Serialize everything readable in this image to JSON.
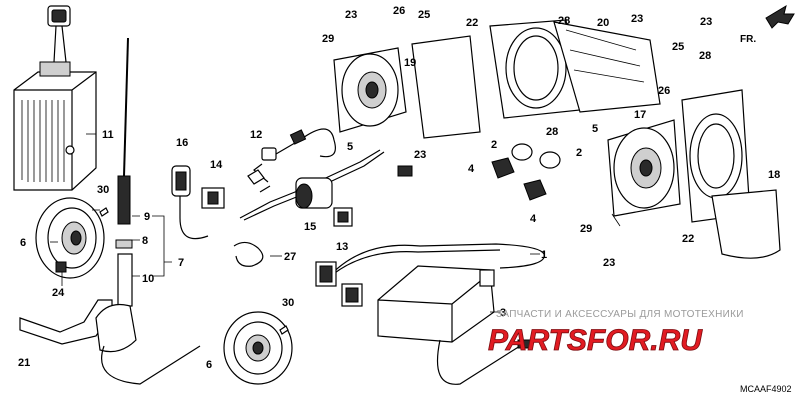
{
  "diagram": {
    "callouts": [
      "1",
      "2",
      "3",
      "4",
      "5",
      "6",
      "7",
      "8",
      "9",
      "10",
      "11",
      "12",
      "13",
      "14",
      "15",
      "16",
      "17",
      "18",
      "19",
      "20",
      "21",
      "22",
      "23",
      "24",
      "25",
      "26",
      "27",
      "28",
      "29",
      "30"
    ],
    "direction_label": "FR.",
    "diagram_code": "MCAAF4902"
  },
  "watermark": {
    "line1": "ЗАПЧАСТИ И АКСЕССУАРЫ ДЛЯ МОТОТЕХНИКИ",
    "brand": "PARTSFOR.RU"
  }
}
